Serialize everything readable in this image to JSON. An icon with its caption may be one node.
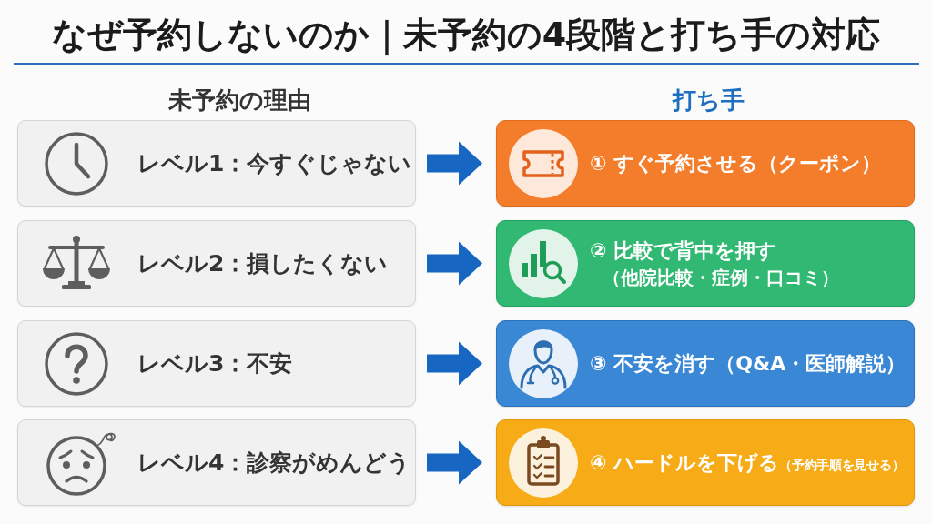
{
  "diagram": {
    "title": "なぜ予約しないのか｜未予約の4段階と打ち手の対応",
    "nodes": [
      {
        "text": [
          "レベル1：今すぐじゃない"
        ]
      },
      {
        "text": [
          "レベル2：損したくない"
        ]
      },
      {
        "text": [
          "レベル3：不安"
        ]
      },
      {
        "text": [
          "レベル4：診察がめんどう"
        ]
      },
      {
        "text": [
          "① すぐ予約させる（クーポン）"
        ]
      },
      {
        "text": [
          "② 比較で背中を押す",
          "（他院比較・症例・口コミ）"
        ]
      },
      {
        "text": [
          "③ 不安を消す（Q&A・医師解説）"
        ]
      },
      {
        "text": [
          "④ ハードルを下げる",
          "（予約手順を見せる）"
        ]
      }
    ],
    "edges": [
      {
        "from": 0,
        "to": 4,
        "arrow": "to"
      },
      {
        "from": 1,
        "to": 5,
        "arrow": "to"
      },
      {
        "from": 2,
        "to": 6,
        "arrow": "to"
      },
      {
        "from": 3,
        "to": 7,
        "arrow": "to"
      }
    ],
    "labels": [
      "未予約の理由",
      "打ち手"
    ]
  }
}
